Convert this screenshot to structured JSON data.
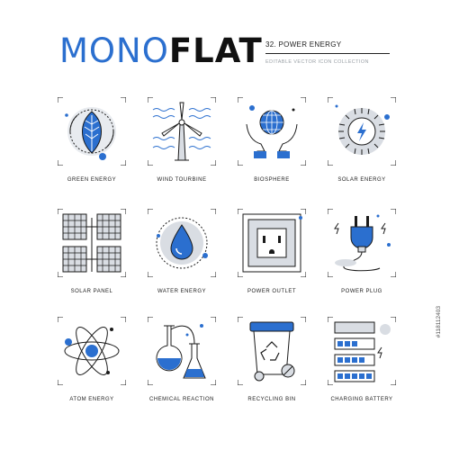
{
  "header": {
    "logo_part1": "MONO",
    "logo_part2": "FLAT",
    "subtitle": "32. POWER ENERGY",
    "tagline": "EDITABLE VECTOR ICON COLLECTION"
  },
  "icons": [
    {
      "label": "GREEN ENERGY",
      "icon": "leaf-icon"
    },
    {
      "label": "WIND TOURBINE",
      "icon": "wind-turbine-icon"
    },
    {
      "label": "BIOSPHERE",
      "icon": "globe-hands-icon"
    },
    {
      "label": "SOLAR ENERGY",
      "icon": "sun-lightning-icon"
    },
    {
      "label": "SOLAR PANEL",
      "icon": "solar-panel-icon"
    },
    {
      "label": "WATER ENERGY",
      "icon": "water-drop-icon"
    },
    {
      "label": "POWER OUTLET",
      "icon": "power-outlet-icon"
    },
    {
      "label": "POWER PLUG",
      "icon": "power-plug-icon"
    },
    {
      "label": "ATOM ENERGY",
      "icon": "atom-icon"
    },
    {
      "label": "CHEMICAL REACTION",
      "icon": "flask-icon"
    },
    {
      "label": "RECYCLING BIN",
      "icon": "recycling-bin-icon"
    },
    {
      "label": "CHARGING BATTERY",
      "icon": "battery-icon"
    }
  ],
  "watermark": "#118112403",
  "colors": {
    "accent": "#2b6fcf",
    "ink": "#1a1a1a",
    "soft": "#d9dde3"
  }
}
